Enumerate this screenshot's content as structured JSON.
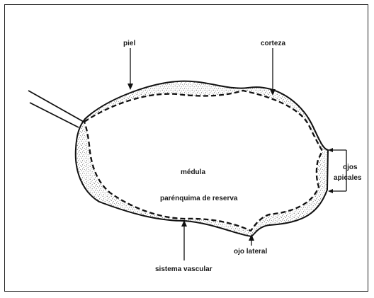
{
  "labels": {
    "piel": "piel",
    "corteza": "corteza",
    "medula": "médula",
    "ojos": "ojos",
    "apicales": "apicales",
    "parenquima": "parénquima de reserva",
    "ojo_lateral": "ojo lateral",
    "sistema_vascular": "sistema vascular"
  }
}
